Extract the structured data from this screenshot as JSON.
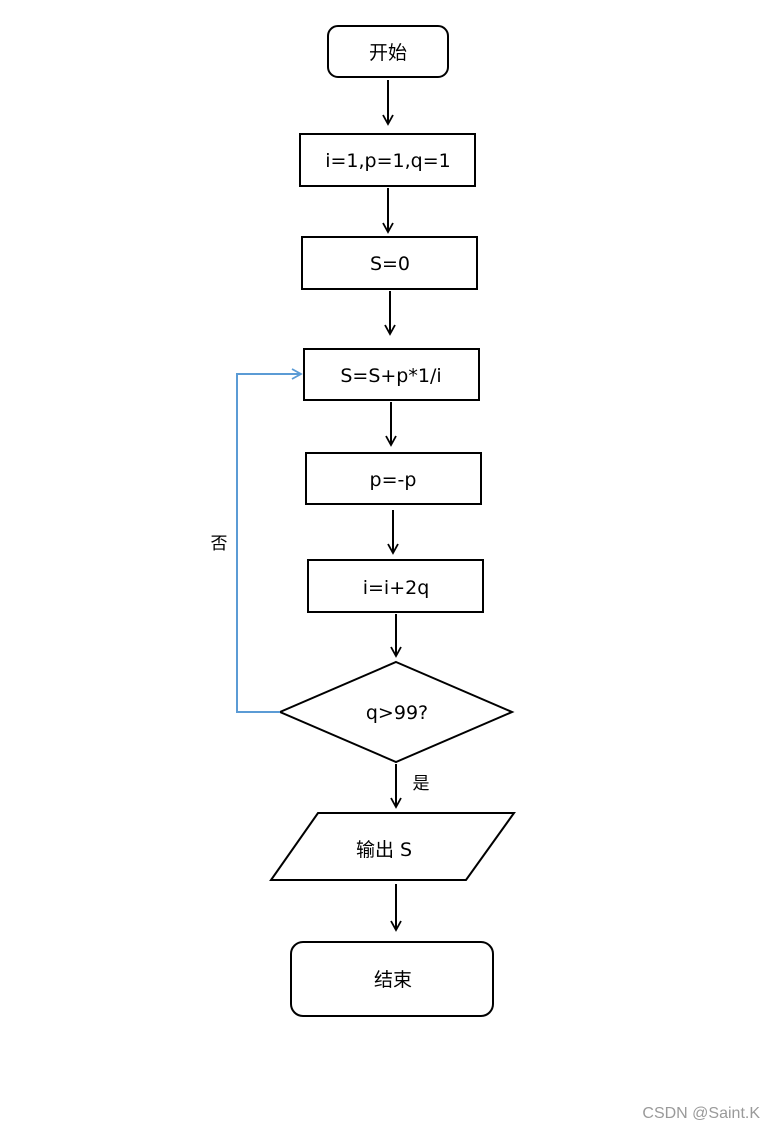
{
  "diagram": {
    "nodes": {
      "start": "开始",
      "init": "i=1,p=1,q=1",
      "s_init": "S=0",
      "accumulate": "S=S+p*1/i",
      "negate": "p=-p",
      "increment": "i=i+2q",
      "condition": "q>99?",
      "output": "输出 S",
      "end": "结束"
    },
    "edge_labels": {
      "no": "否",
      "yes": "是"
    },
    "colors": {
      "loop_arrow": "#5b9bd5",
      "stroke": "#000000"
    }
  },
  "watermark": "CSDN @Saint.K"
}
